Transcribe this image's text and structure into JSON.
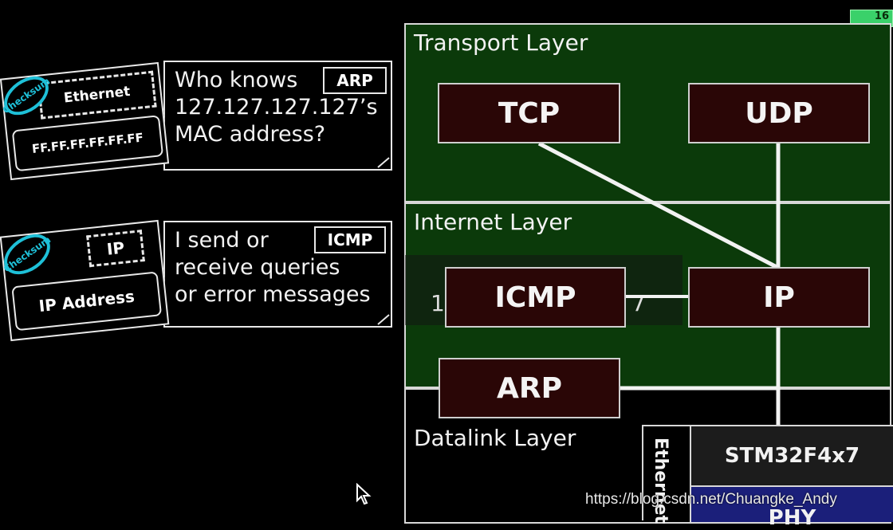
{
  "layers": {
    "transport": "Transport Layer",
    "internet": "Internet Layer",
    "datalink": "Datalink Layer"
  },
  "protocols": {
    "tcp": "TCP",
    "udp": "UDP",
    "icmp": "ICMP",
    "ip": "IP",
    "arp": "ARP"
  },
  "hardware": {
    "ethernet_label": "Ethernet",
    "mcu": "STM32F4x7",
    "phy": "PHY"
  },
  "packets": {
    "arp_packet": {
      "checksum_label": "Checksum",
      "header": "Ethernet",
      "address": "FF.FF.FF.FF.FF.FF",
      "protocol_tag": "ARP",
      "message_lines": [
        "Who knows",
        "127.127.127.127’s",
        "MAC address?"
      ]
    },
    "icmp_packet": {
      "checksum_label": "Checksum",
      "header": "IP",
      "address": "IP Address",
      "protocol_tag": "ICMP",
      "message_lines": [
        "I send or",
        "receive queries",
        "or error messages"
      ]
    }
  },
  "top_badge": "16",
  "watermark": "https://blog.csdn.net/Chuangke_Andy",
  "colors": {
    "layer_green": "#0b3a0a",
    "protocol_box": "#2a0606",
    "checksum": "#1ec0d8",
    "badge_green": "#3ad16a"
  }
}
